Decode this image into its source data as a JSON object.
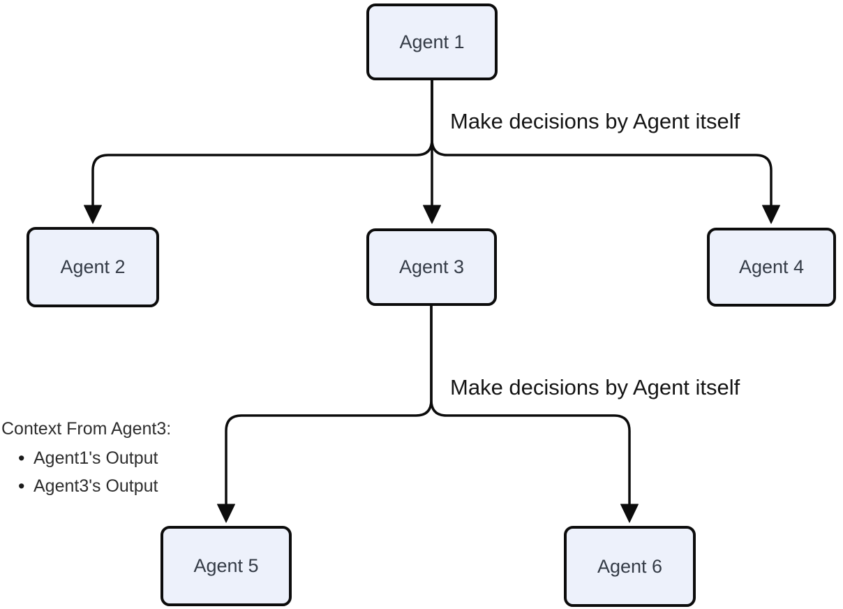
{
  "diagram": {
    "type": "flowchart",
    "background_color": "#ffffff",
    "node_fill_color": "#edf1fb",
    "node_border_color": "#0c0c0c",
    "node_text_color": "#343b46",
    "line_color": "#0c0c0c",
    "nodes": [
      {
        "id": "agent1",
        "label": "Agent 1"
      },
      {
        "id": "agent2",
        "label": "Agent 2"
      },
      {
        "id": "agent3",
        "label": "Agent 3"
      },
      {
        "id": "agent4",
        "label": "Agent 4"
      },
      {
        "id": "agent5",
        "label": "Agent 5"
      },
      {
        "id": "agent6",
        "label": "Agent 6"
      }
    ],
    "edges": [
      {
        "from": "Agent 1",
        "to": "Agent 2"
      },
      {
        "from": "Agent 1",
        "to": "Agent 3"
      },
      {
        "from": "Agent 1",
        "to": "Agent 4"
      },
      {
        "from": "Agent 3",
        "to": "Agent 5"
      },
      {
        "from": "Agent 3",
        "to": "Agent 6"
      }
    ],
    "edge_labels": [
      {
        "text": "Make decisions by Agent itself"
      },
      {
        "text": "Make decisions by Agent itself"
      }
    ],
    "annotation": {
      "title": "Context From Agent3:",
      "bullets": [
        "Agent1's Output",
        "Agent3's Output"
      ]
    }
  }
}
